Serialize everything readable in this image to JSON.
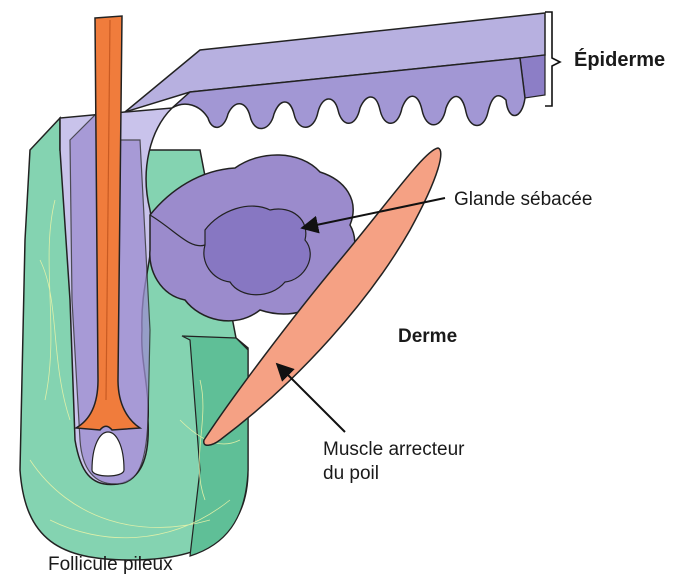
{
  "labels": {
    "epiderme": "Épiderme",
    "glande": "Glande sébacée",
    "derme": "Derme",
    "muscle_line1": "Muscle arrecteur",
    "muscle_line2": "du poil",
    "follicule": "Follicule pileux"
  },
  "colors": {
    "epidermis_top": "#b7b0e0",
    "epidermis_front": "#a297d4",
    "epidermis_dark": "#8c7ec6",
    "gland": "#9b8bcc",
    "follicle_sheath": "#c9c3eb",
    "connective_tissue": "#84d3b1",
    "connective_tissue_dark": "#5fbf97",
    "hair_shaft": "#f07c3c",
    "muscle": "#f5a184",
    "outline": "#222222"
  }
}
